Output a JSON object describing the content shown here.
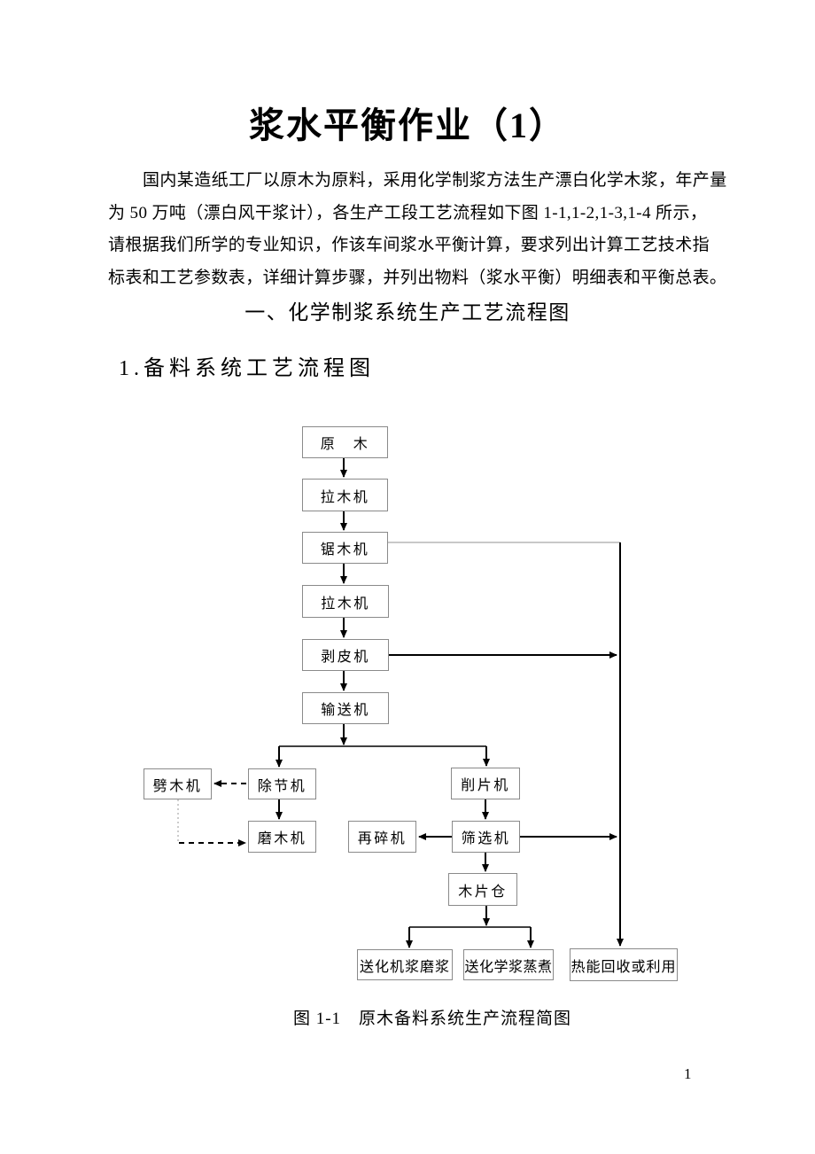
{
  "page": {
    "title": "浆水平衡作业（1）",
    "paragraph_lines": [
      "国内某造纸工厂以原木为原料，采用化学制浆方法生产漂白化学木浆，年产量",
      "为 50 万吨（漂白风干浆计），各生产工段工艺流程如下图 1-1,1-2,1-3,1-4 所示，",
      "请根据我们所学的专业知识，作该车间浆水平衡计算，要求列出计算工艺技术指",
      "标表和工艺参数表，详细计算步骤，并列出物料（浆水平衡）明细表和平衡总表。"
    ],
    "section_heading": "一、化学制浆系统生产工艺流程图",
    "subsection_heading": "1.备料系统工艺流程图",
    "figure_caption": "图 1-1　原木备料系统生产流程简图",
    "page_number": "1"
  },
  "flowchart": {
    "nodes": [
      {
        "id": "log",
        "label": "原　木"
      },
      {
        "id": "log-hauler-1",
        "label": "拉木机"
      },
      {
        "id": "sawing-machine",
        "label": "锯木机"
      },
      {
        "id": "log-hauler-2",
        "label": "拉木机"
      },
      {
        "id": "debarker",
        "label": "剥皮机"
      },
      {
        "id": "conveyor",
        "label": "输送机"
      },
      {
        "id": "wood-splitter",
        "label": "劈木机"
      },
      {
        "id": "deknotter",
        "label": "除节机"
      },
      {
        "id": "chipper",
        "label": "削片机"
      },
      {
        "id": "wood-grinder",
        "label": "磨木机"
      },
      {
        "id": "rechipper",
        "label": "再碎机"
      },
      {
        "id": "screener",
        "label": "筛选机"
      },
      {
        "id": "chip-bin",
        "label": "木片仓"
      },
      {
        "id": "to-mech-pulp",
        "label": "送化机浆磨浆"
      },
      {
        "id": "to-chem-cooking",
        "label": "送化学浆蒸煮"
      },
      {
        "id": "heat-recovery",
        "label": "热能回收或利用"
      }
    ]
  }
}
